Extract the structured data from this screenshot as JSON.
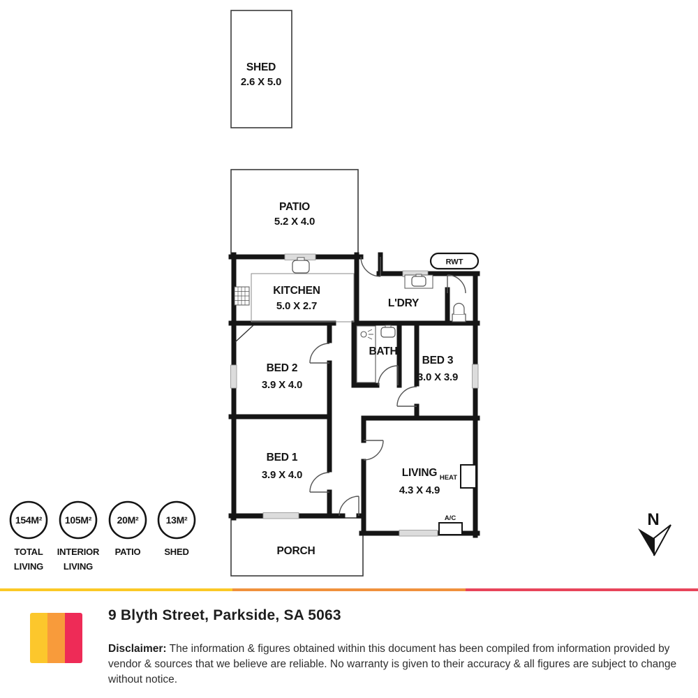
{
  "plan": {
    "shed": {
      "label": "SHED",
      "dims": "2.6 X 5.0"
    },
    "patio": {
      "label": "PATIO",
      "dims": "5.2 X 4.0"
    },
    "kitchen": {
      "label": "KITCHEN",
      "dims": "5.0 X 2.7"
    },
    "laundry": {
      "label": "L'DRY"
    },
    "bath": {
      "label": "BATH"
    },
    "bed2": {
      "label": "BED 2",
      "dims": "3.9 X 4.0"
    },
    "bed3": {
      "label": "BED 3",
      "dims": "3.0 X 3.9"
    },
    "bed1": {
      "label": "BED 1",
      "dims": "3.9 X 4.0"
    },
    "living": {
      "label": "LIVING",
      "dims": "4.3 X 4.9"
    },
    "porch": {
      "label": "PORCH"
    },
    "rwt": "RWT",
    "heat": "HEAT",
    "ac": "A/C",
    "north": "N"
  },
  "areas": [
    {
      "value": "154M²",
      "caption1": "TOTAL",
      "caption2": "LIVING"
    },
    {
      "value": "105M²",
      "caption1": "INTERIOR",
      "caption2": "LIVING"
    },
    {
      "value": "20M²",
      "caption1": "PATIO",
      "caption2": ""
    },
    {
      "value": "13M²",
      "caption1": "SHED",
      "caption2": ""
    }
  ],
  "footer": {
    "address": "9 Blyth Street, Parkside, SA 5063",
    "disclaimer_label": "Disclaimer:",
    "disclaimer_text": " The information & figures obtained within this document has been compiled from information provided by vendor & sources that we believe are reliable. No warranty is given to their accuracy & all figures are subject to change without notice."
  },
  "colors": {
    "wall": "#151515",
    "window_fill": "#dcdcdc",
    "divider_yellow": "#FBC926",
    "divider_orange": "#F0913C",
    "divider_red": "#E8445A",
    "logo_yellow": "#FCC72C",
    "logo_orange": "#F89B3B",
    "logo_pink": "#EE2B57"
  }
}
